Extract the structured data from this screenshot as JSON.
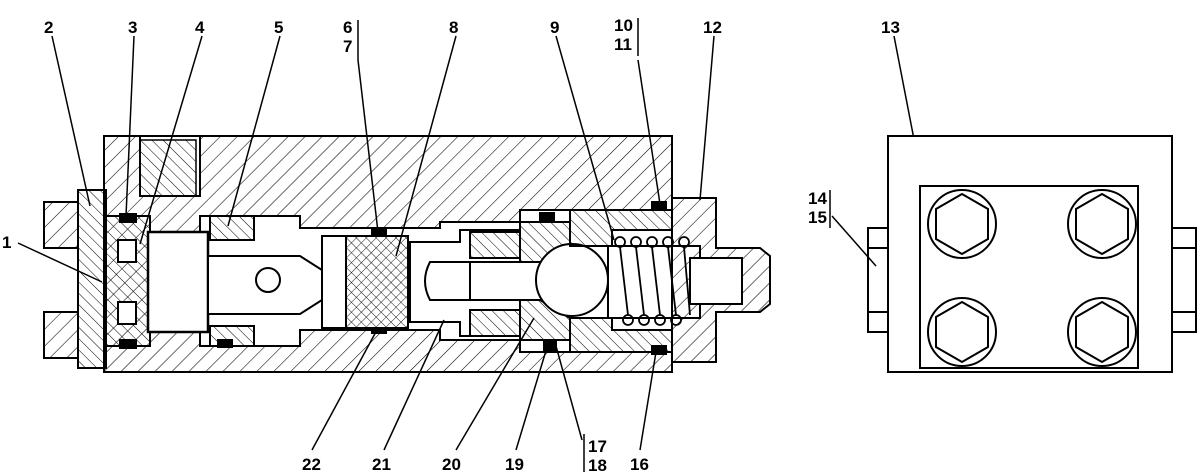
{
  "figure": {
    "type": "technical cross-section drawing of a hydraulic valve with side view",
    "callouts": {
      "c1": "1",
      "c2": "2",
      "c3": "3",
      "c4": "4",
      "c5": "5",
      "c6": "6",
      "c7": "7",
      "c8": "8",
      "c9": "9",
      "c10": "10",
      "c11": "11",
      "c12": "12",
      "c13": "13",
      "c14": "14",
      "c15": "15",
      "c16": "16",
      "c17": "17",
      "c18": "18",
      "c19": "19",
      "c20": "20",
      "c21": "21",
      "c22": "22"
    }
  }
}
